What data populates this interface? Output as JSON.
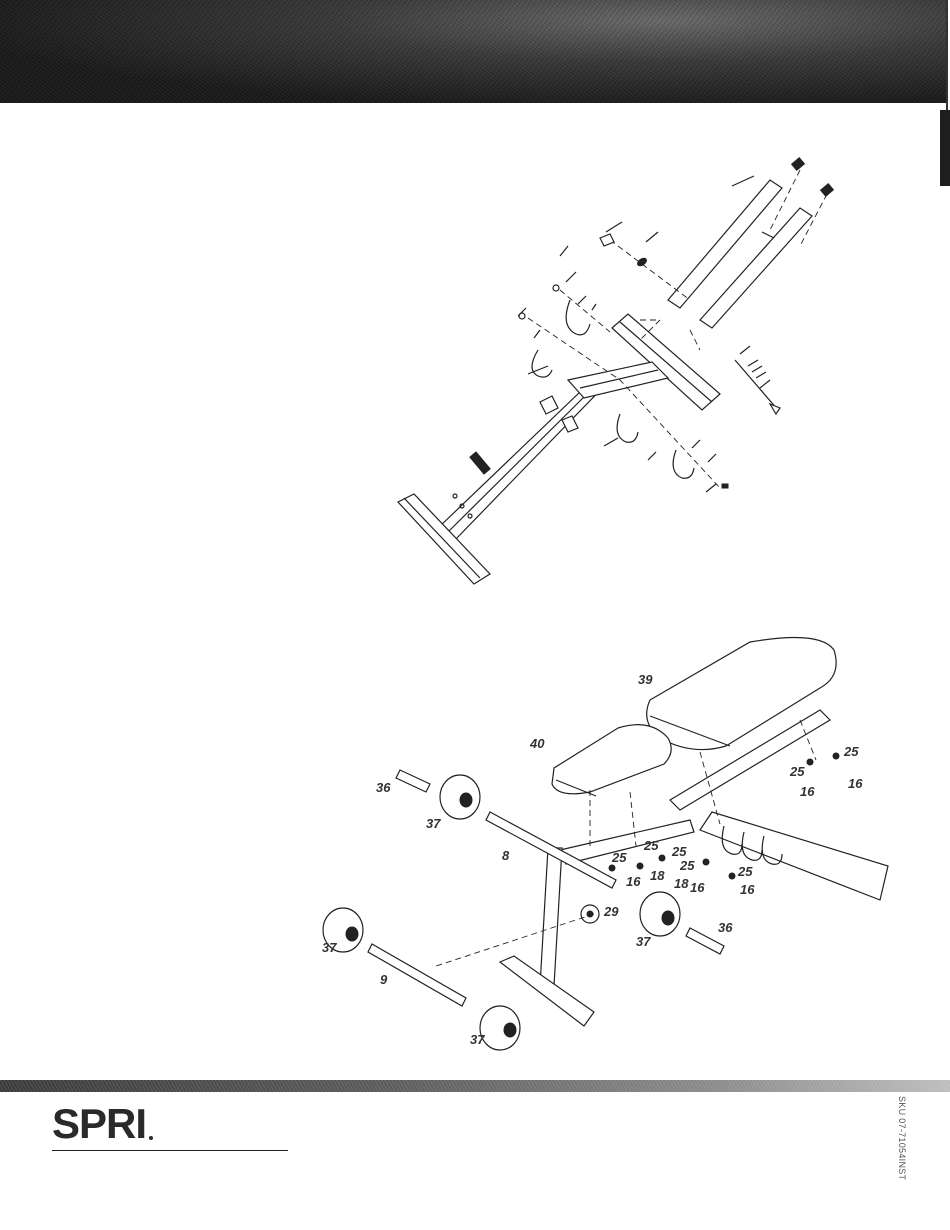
{
  "header": {
    "band": "dark-textured"
  },
  "diagram_top": {
    "kind": "exploded-frame-assembly",
    "callouts": []
  },
  "diagram_bottom": {
    "kind": "exploded-bench-assembly",
    "callouts": {
      "c39": "39",
      "c40": "40",
      "c36a": "36",
      "c37a": "37",
      "c8": "8",
      "c25a": "25",
      "c25b": "25",
      "c25c": "25",
      "c25d": "25",
      "c25e": "25",
      "c25f": "25",
      "c16a": "16",
      "c16b": "16",
      "c16c": "16",
      "c16d": "16",
      "c18a": "18",
      "c18b": "18",
      "c29": "29",
      "c37b": "37",
      "c36b": "36",
      "c37c": "37",
      "c9": "9",
      "c37d": "37"
    }
  },
  "footer": {
    "logo": "SPRI",
    "sku": "SKU 07-71054INST"
  },
  "colors": {
    "ink": "#222222",
    "band_dark": "#1a1a1a"
  }
}
